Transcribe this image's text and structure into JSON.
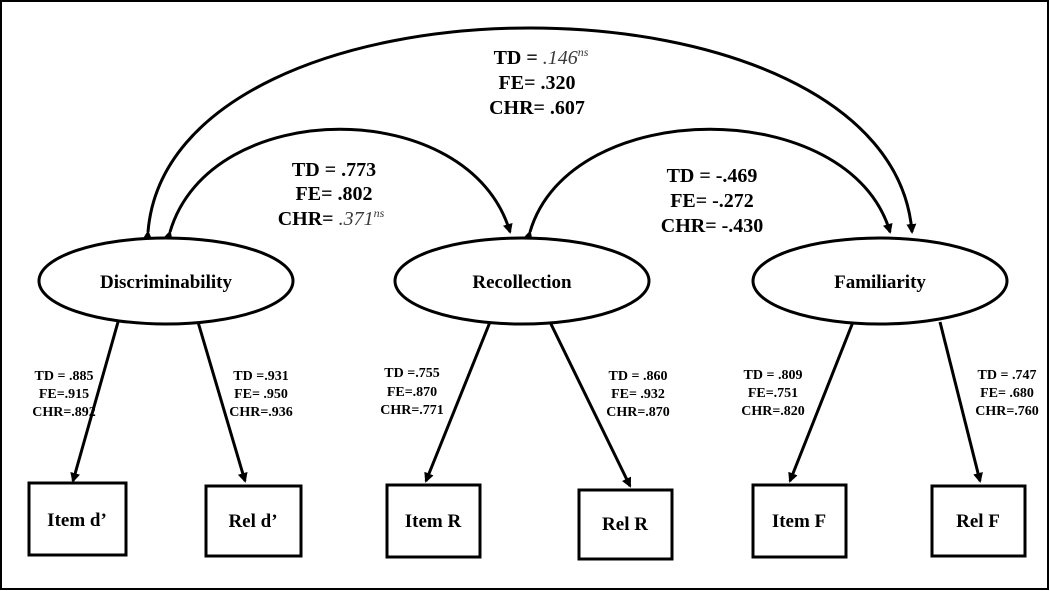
{
  "latent": {
    "discriminability": "Discriminability",
    "recollection": "Recollection",
    "familiarity": "Familiarity"
  },
  "observed": {
    "item_d": "Item d’",
    "rel_d": "Rel d’",
    "item_r": "Item R",
    "rel_r": "Rel R",
    "item_f": "Item F",
    "rel_f": "Rel F"
  },
  "corr_disc_fam": {
    "td_prefix": "TD = ",
    "td_value": ".146",
    "td_sup": "ns",
    "fe": "FE= .320",
    "chr": "CHR= .607"
  },
  "corr_disc_rec": {
    "td": "TD = .773",
    "fe": "FE= .802",
    "chr_prefix": "CHR= ",
    "chr_value": ".371",
    "chr_sup": "ns"
  },
  "corr_rec_fam": {
    "td": "TD = -.469",
    "fe": "FE= -.272",
    "chr": "CHR= -.430"
  },
  "loadings": {
    "disc_item": {
      "td": "TD = .885",
      "fe": "FE=.915",
      "chr": "CHR=.892"
    },
    "disc_rel": {
      "td": "TD =.931",
      "fe": "FE= .950",
      "chr": "CHR=.936"
    },
    "rec_item": {
      "td": "TD =.755",
      "fe": "FE=.870",
      "chr": "CHR=.771"
    },
    "rec_rel": {
      "td": "TD = .860",
      "fe": "FE= .932",
      "chr": "CHR=.870"
    },
    "fam_item": {
      "td": "TD = .809",
      "fe": "FE=.751",
      "chr": "CHR=.820"
    },
    "fam_rel": {
      "td": "TD = .747",
      "fe": "FE= .680",
      "chr": "CHR=.760"
    }
  }
}
